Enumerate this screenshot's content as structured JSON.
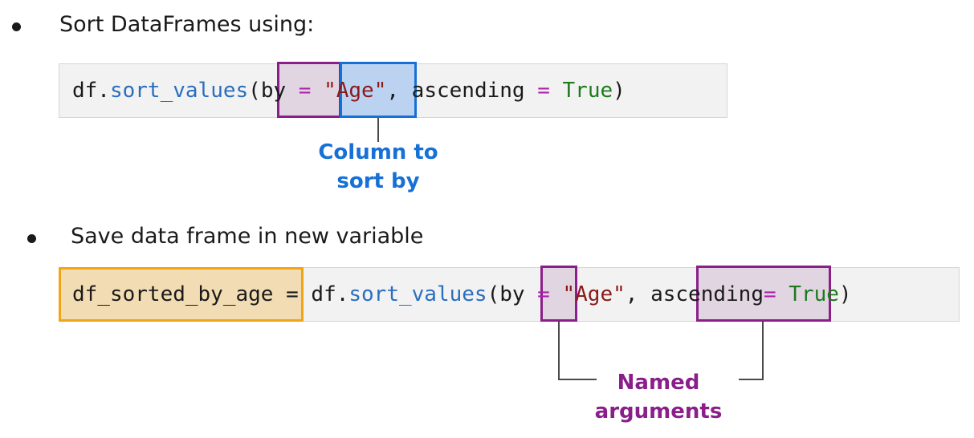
{
  "bullets": [
    {
      "text": "Sort DataFrames using:"
    },
    {
      "text": "Save data frame in new variable"
    }
  ],
  "code1": {
    "df": "df.",
    "fn": "sort_values",
    "open": "(",
    "by": "by",
    "eq1": " = ",
    "age": "\"Age\"",
    "comma": ", ascending ",
    "eq2": "=",
    "true": " True",
    "close": ")"
  },
  "code2": {
    "var": "df_sorted_by_age",
    "assign": " = df.",
    "fn": "sort_values",
    "open": "(",
    "by": "by",
    "eq1": " = ",
    "age": "\"Age\"",
    "comma": ", ",
    "ascending": "ascending",
    "eq2": "=",
    "true": " True",
    "close": ")"
  },
  "annotations": {
    "column_line1": "Column to",
    "column_line2": "sort by",
    "named_line1": "Named",
    "named_line2": "arguments"
  },
  "colors": {
    "purple": "#8a1f8a",
    "blue": "#1670d6",
    "orange": "#f0a416",
    "code_bg": "#f2f2f2"
  }
}
